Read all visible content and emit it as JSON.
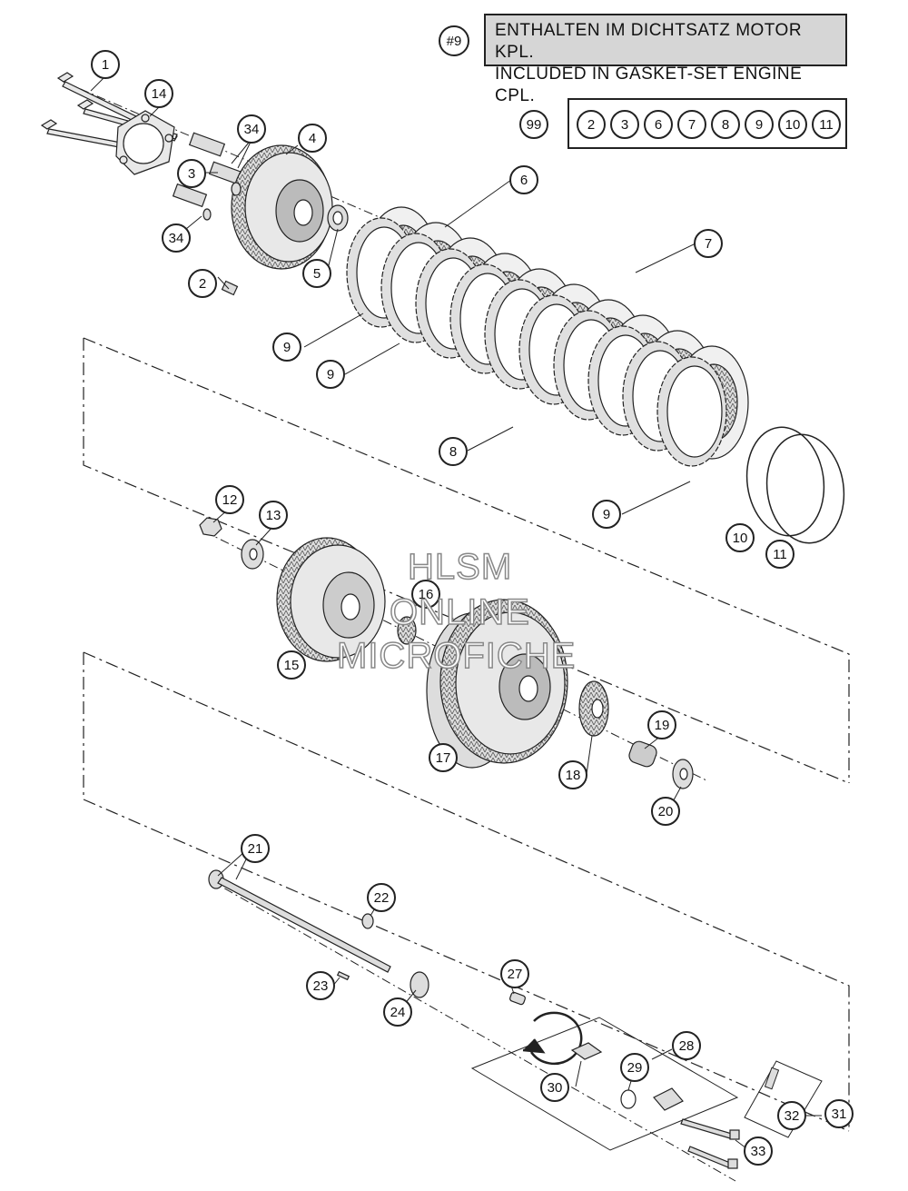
{
  "note": {
    "badge": "#9",
    "line_de": "ENTHALTEN IM DICHTSATZ MOTOR KPL.",
    "line_en": "INCLUDED IN GASKET-SET ENGINE CPL."
  },
  "kit": {
    "label": "99",
    "items": [
      "2",
      "3",
      "6",
      "7",
      "8",
      "9",
      "10",
      "11"
    ]
  },
  "callouts": [
    "1",
    "14",
    "34",
    "4",
    "3",
    "34",
    "2",
    "5",
    "6",
    "7",
    "9",
    "9",
    "8",
    "9",
    "10",
    "11",
    "12",
    "13",
    "16",
    "15",
    "17",
    "18",
    "19",
    "20",
    "21",
    "22",
    "23",
    "24",
    "27",
    "28",
    "29",
    "30",
    "31",
    "32",
    "33"
  ],
  "watermark": {
    "line1": "HLSM",
    "line2": "ONLINE",
    "line3": "MICROFICHE"
  },
  "colors": {
    "line": "#222222",
    "box_fill": "#d6d6d6",
    "part_fill": "#e8e8e8"
  }
}
